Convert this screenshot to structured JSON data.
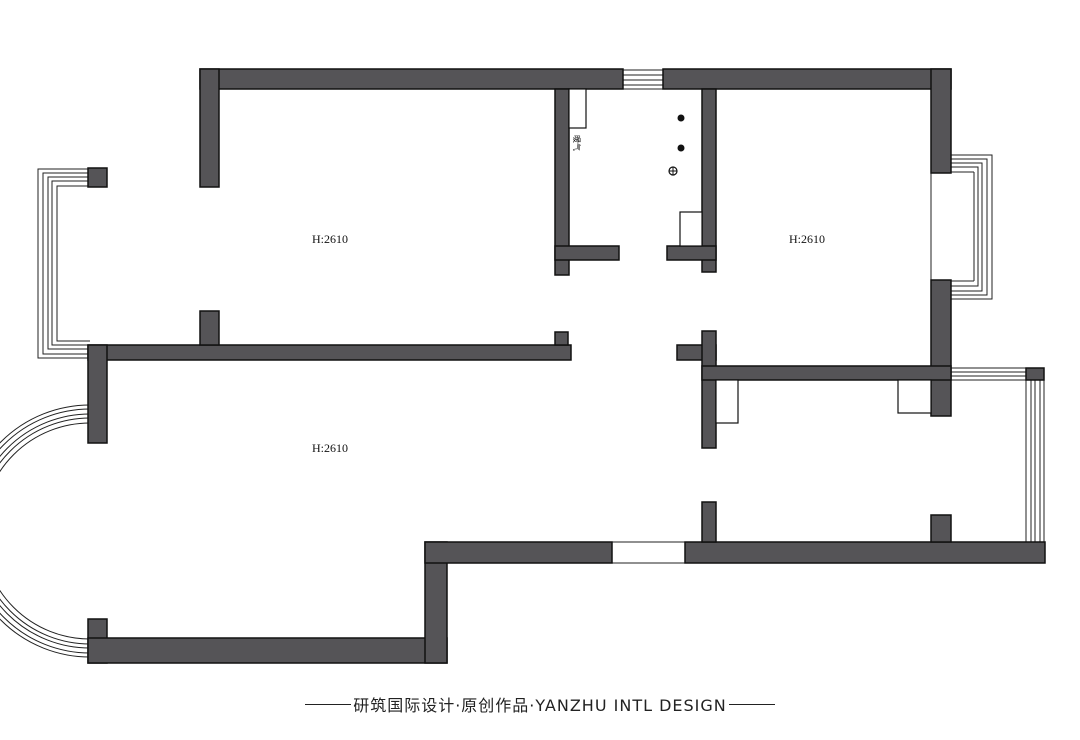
{
  "rooms": [
    {
      "height_label": "H:2610"
    },
    {
      "height_label": "H:2610"
    },
    {
      "height_label": "H:2610"
    }
  ],
  "fixtures": {
    "heater_label": "暖气"
  },
  "footer": {
    "text": "研筑国际设计·原创作品·YANZHU INTL DESIGN"
  },
  "colors": {
    "wall_fill": "#555457",
    "line": "#111111",
    "background": "#ffffff"
  }
}
